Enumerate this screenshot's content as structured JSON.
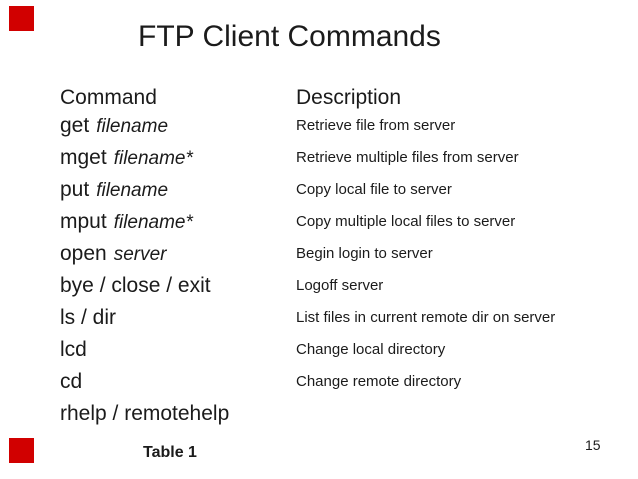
{
  "page": {
    "background_color": "#ffffff",
    "text_color": "#1b1b1b",
    "accent_red": "#d10000",
    "page_number": "15"
  },
  "title": "FTP Client Commands",
  "markers": {
    "top_left": "red-square",
    "bottom_left": "red-square"
  },
  "table": {
    "caption": "Table 1",
    "headers": {
      "command": "Command",
      "description": "Description"
    },
    "rows": [
      {
        "command": "get",
        "arg": "filename",
        "description": "Retrieve file from server"
      },
      {
        "command": "mget",
        "arg": "filename*",
        "description": "Retrieve multiple files from server"
      },
      {
        "command": "put",
        "arg": "filename",
        "description": "Copy local file to server"
      },
      {
        "command": "mput",
        "arg": "filename*",
        "description": "Copy multiple local files to server"
      },
      {
        "command": "open",
        "arg": "server",
        "description": "Begin login to server"
      },
      {
        "command": "bye / close / exit",
        "arg": "",
        "description": "Logoff server"
      },
      {
        "command": "ls / dir",
        "arg": "",
        "description": "List files in current remote dir on server"
      },
      {
        "command": "lcd",
        "arg": "",
        "description": "Change local directory"
      },
      {
        "command": "cd",
        "arg": "",
        "description": "Change remote directory"
      },
      {
        "command": "rhelp / remotehelp",
        "arg": "",
        "description": ""
      }
    ]
  }
}
